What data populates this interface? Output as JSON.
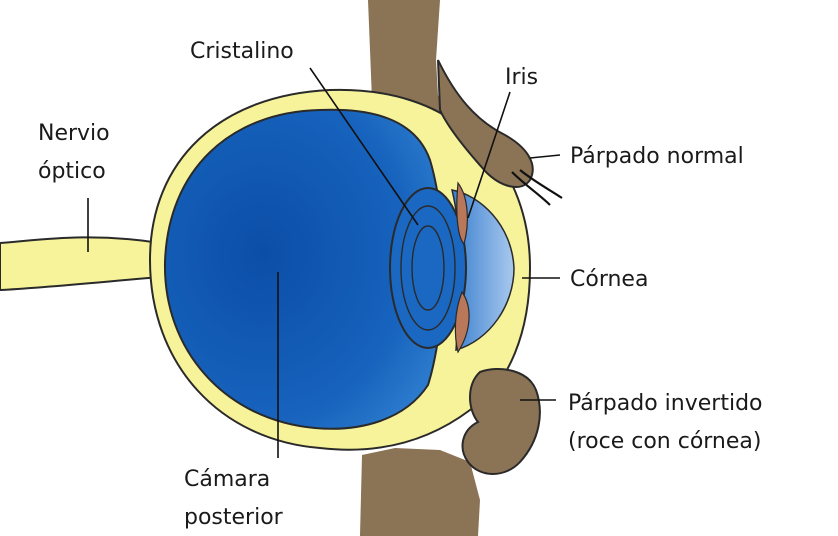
{
  "labels": {
    "cristalino": "Cristalino",
    "iris": "Iris",
    "nervio_line1": "Nervio",
    "nervio_line2": "óptico",
    "parpado_normal": "Párpado normal",
    "cornea": "Córnea",
    "parpado_invertido_line1": "Párpado invertido",
    "parpado_invertido_line2": "(roce con córnea)",
    "camara_line1": "Cámara",
    "camara_line2": "posterior"
  },
  "colors": {
    "sclera": "#f7f39a",
    "outline": "#2a2a2a",
    "eye_blue": "#1560b8",
    "skin": "#8b7355",
    "iris": "#b9785a"
  }
}
